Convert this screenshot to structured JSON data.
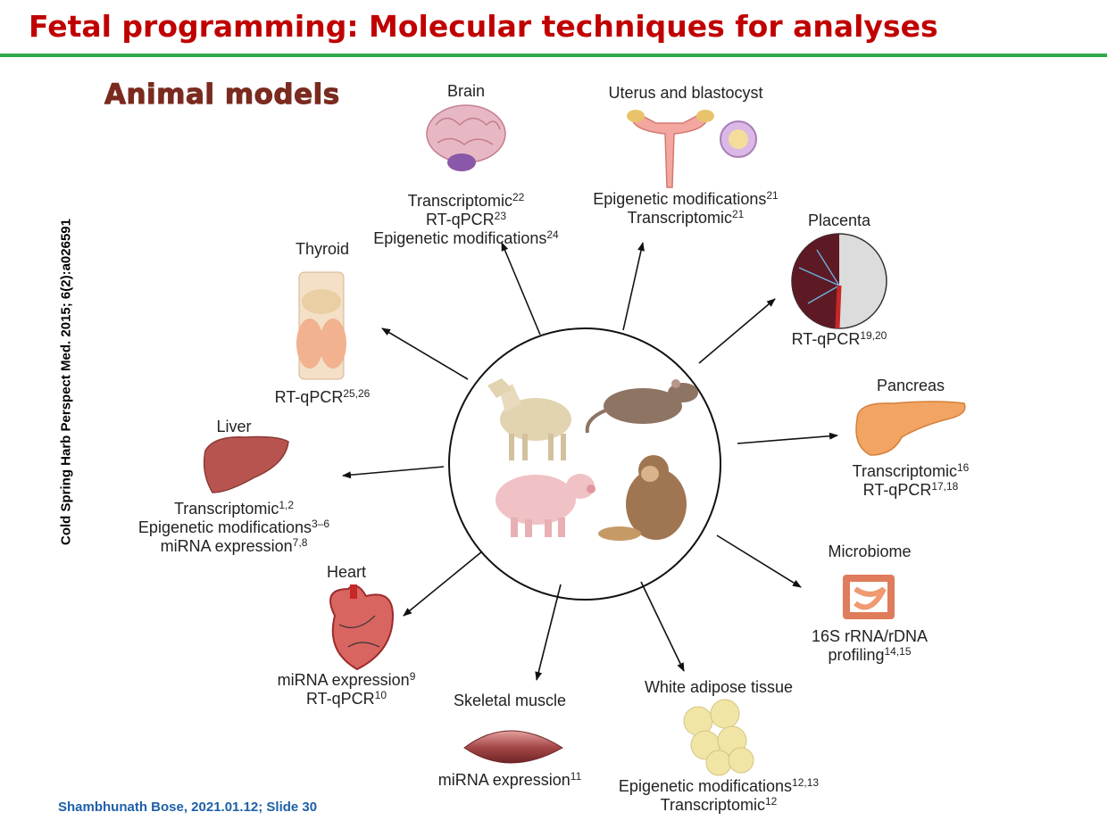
{
  "slide": {
    "title": "Fetal programming: Molecular techniques for analyses",
    "subtitle": "Animal models",
    "citation": "Cold Spring Harb Perspect Med. 2015; 6(2):a026591",
    "footer": "Shambhunath Bose, 2021.01.12; Slide 30"
  },
  "colors": {
    "title": "#c00000",
    "rule": "#2ea84a",
    "subtitle": "#7a2a1e",
    "footer": "#1f5fa8"
  },
  "center": {
    "animals": [
      "goat-icon",
      "rat-icon",
      "pig-icon",
      "monkey-icon"
    ]
  },
  "organs": [
    {
      "id": "brain",
      "name": "Brain",
      "icon": "brain-icon",
      "lines": [
        {
          "t": "Transcriptomic",
          "s": "22"
        },
        {
          "t": "RT-qPCR",
          "s": "23"
        },
        {
          "t": "Epigenetic modifications",
          "s": "24"
        }
      ]
    },
    {
      "id": "uterus",
      "name": "Uterus and blastocyst",
      "icon": "uterus-icon",
      "lines": [
        {
          "t": "Epigenetic modifications",
          "s": "21"
        },
        {
          "t": "Transcriptomic",
          "s": "21"
        }
      ]
    },
    {
      "id": "placenta",
      "name": "Placenta",
      "icon": "placenta-icon",
      "lines": [
        {
          "t": "RT-qPCR",
          "s": "19,20"
        }
      ]
    },
    {
      "id": "pancreas",
      "name": "Pancreas",
      "icon": "pancreas-icon",
      "lines": [
        {
          "t": "Transcriptomic",
          "s": "16"
        },
        {
          "t": "RT-qPCR",
          "s": "17,18"
        }
      ]
    },
    {
      "id": "microbiome",
      "name": "Microbiome",
      "icon": "intestine-icon",
      "lines": [
        {
          "t": "16S rRNA/rDNA",
          "s": ""
        },
        {
          "t": "profiling",
          "s": "14,15"
        }
      ]
    },
    {
      "id": "adipose",
      "name": "White adipose tissue",
      "icon": "adipose-icon",
      "lines": [
        {
          "t": "Epigenetic modifications",
          "s": "12,13"
        },
        {
          "t": "Transcriptomic",
          "s": "12"
        }
      ]
    },
    {
      "id": "muscle",
      "name": "Skeletal muscle",
      "icon": "muscle-icon",
      "lines": [
        {
          "t": "miRNA expression",
          "s": "11"
        }
      ]
    },
    {
      "id": "heart",
      "name": "Heart",
      "icon": "heart-icon",
      "lines": [
        {
          "t": "miRNA expression",
          "s": "9"
        },
        {
          "t": "RT-qPCR",
          "s": "10"
        }
      ]
    },
    {
      "id": "liver",
      "name": "Liver",
      "icon": "liver-icon",
      "lines": [
        {
          "t": "Transcriptomic",
          "s": "1,2"
        },
        {
          "t": "Epigenetic modifications",
          "s": "3–6"
        },
        {
          "t": "miRNA expression",
          "s": "7,8"
        }
      ]
    },
    {
      "id": "thyroid",
      "name": "Thyroid",
      "icon": "thyroid-icon",
      "lines": [
        {
          "t": "RT-qPCR",
          "s": "25,26"
        }
      ]
    }
  ]
}
